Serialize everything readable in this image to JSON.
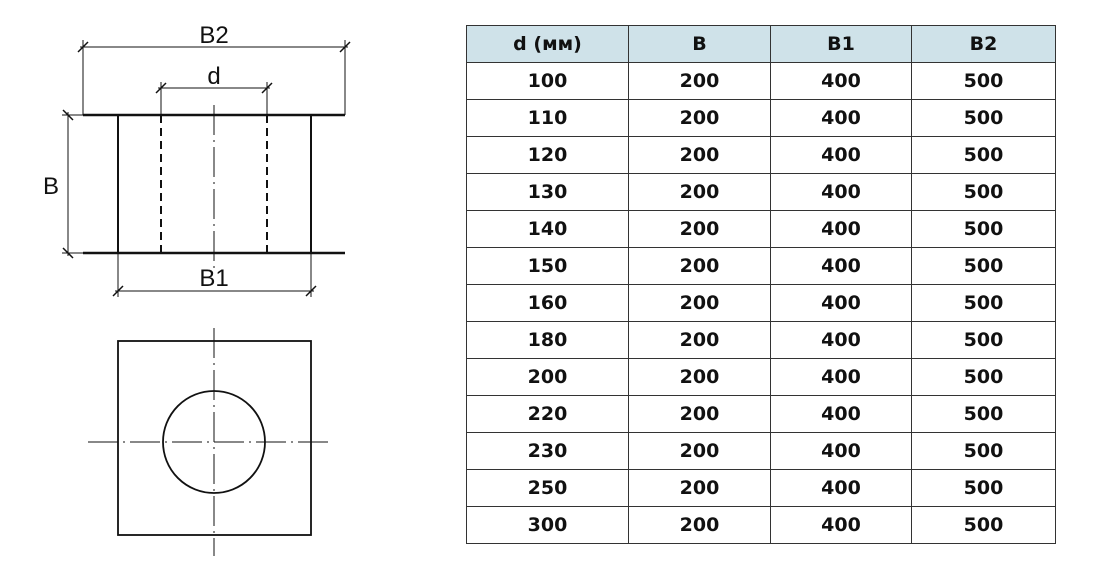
{
  "drawing": {
    "labels": {
      "b2": "B2",
      "d": "d",
      "b": "B",
      "b1": "B1"
    }
  },
  "table": {
    "header_bg": "#cfe2e9",
    "headers": [
      "d (мм)",
      "B",
      "B1",
      "B2"
    ],
    "rows": [
      [
        "100",
        "200",
        "400",
        "500"
      ],
      [
        "110",
        "200",
        "400",
        "500"
      ],
      [
        "120",
        "200",
        "400",
        "500"
      ],
      [
        "130",
        "200",
        "400",
        "500"
      ],
      [
        "140",
        "200",
        "400",
        "500"
      ],
      [
        "150",
        "200",
        "400",
        "500"
      ],
      [
        "160",
        "200",
        "400",
        "500"
      ],
      [
        "180",
        "200",
        "400",
        "500"
      ],
      [
        "200",
        "200",
        "400",
        "500"
      ],
      [
        "220",
        "200",
        "400",
        "500"
      ],
      [
        "230",
        "200",
        "400",
        "500"
      ],
      [
        "250",
        "200",
        "400",
        "500"
      ],
      [
        "300",
        "200",
        "400",
        "500"
      ]
    ]
  }
}
